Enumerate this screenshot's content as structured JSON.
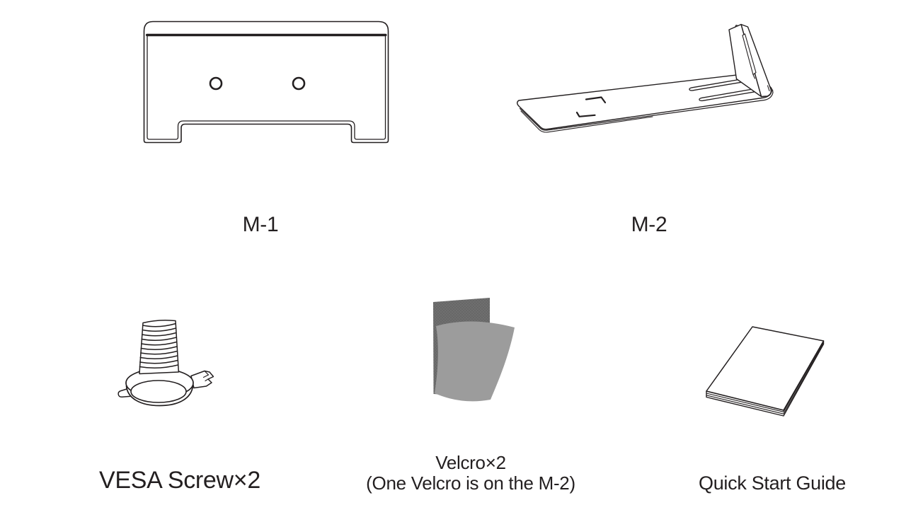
{
  "labels": {
    "m1": "M-1",
    "m2": "M-2",
    "vesa_screw": "VESA Screw×2",
    "velcro_line1": "Velcro×2",
    "velcro_line2": "(One Velcro is on the M-2)",
    "quick_start_guide": "Quick Start Guide"
  },
  "colors": {
    "background": "#ffffff",
    "ink": "#231f20",
    "velcro_back": "#6f6f6f",
    "velcro_back_dot": "#5c5c5c",
    "velcro_front": "#9c9c9c"
  },
  "illustrations": {
    "m1": "mounting-bracket-front-view",
    "m2": "l-shaped-bracket-isometric-view",
    "vesa_screw": "thumb-screw",
    "velcro": "two-velcro-strips",
    "quick_start_guide": "booklet"
  }
}
